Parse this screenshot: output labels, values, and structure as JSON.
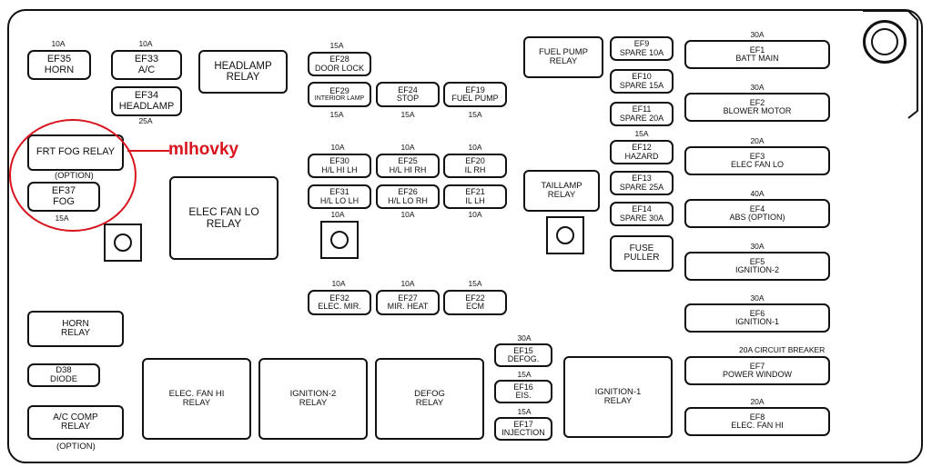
{
  "annotation": {
    "label": "mlhovky",
    "color": "#d9141e"
  },
  "relays": {
    "headlamp": "HEADLAMP RELAY",
    "fuel_pump": "FUEL PUMP RELAY",
    "frt_fog": "FRT FOG RELAY",
    "frt_fog_note": "(OPTION)",
    "elec_fan_lo": "ELEC FAN LO RELAY",
    "taillamp": "TAILLAMP RELAY",
    "horn": "HORN RELAY",
    "d38": "D38 DIODE",
    "ac_comp": "A/C COMP RELAY",
    "ac_comp_note": "(OPTION)",
    "elec_fan_hi": "ELEC. FAN HI RELAY",
    "ignition2": "IGNITION-2 RELAY",
    "defog": "DEFOG RELAY",
    "ignition1": "IGNITION-1 RELAY",
    "fuse_puller": "FUSE PULLER"
  },
  "fuses": {
    "ef35": {
      "id": "EF35",
      "name": "HORN",
      "rating": "10A"
    },
    "ef33": {
      "id": "EF33",
      "name": "A/C",
      "rating": "10A"
    },
    "ef34": {
      "id": "EF34",
      "name": "HEADLAMP",
      "rating": "25A"
    },
    "ef37": {
      "id": "EF37",
      "name": "FOG",
      "rating": "15A"
    },
    "ef28": {
      "id": "EF28",
      "name": "DOOR LOCK",
      "rating": "15A"
    },
    "ef29": {
      "id": "EF29",
      "name": "INTERIOR LAMP",
      "rating": "15A"
    },
    "ef24": {
      "id": "EF24",
      "name": "STOP",
      "rating": "15A"
    },
    "ef19": {
      "id": "EF19",
      "name": "FUEL PUMP",
      "rating": "15A"
    },
    "ef30": {
      "id": "EF30",
      "name": "H/L HI LH",
      "rating": "10A"
    },
    "ef25": {
      "id": "EF25",
      "name": "H/L HI RH",
      "rating": "10A"
    },
    "ef20": {
      "id": "EF20",
      "name": "IL RH",
      "rating": "10A"
    },
    "ef31": {
      "id": "EF31",
      "name": "H/L LO LH",
      "rating": "10A"
    },
    "ef26": {
      "id": "EF26",
      "name": "H/L LO RH",
      "rating": "10A"
    },
    "ef21": {
      "id": "EF21",
      "name": "IL LH",
      "rating": "10A"
    },
    "ef32": {
      "id": "EF32",
      "name": "ELEC. MIR.",
      "rating": "10A"
    },
    "ef27": {
      "id": "EF27",
      "name": "MIR. HEAT",
      "rating": "10A"
    },
    "ef22": {
      "id": "EF22",
      "name": "ECM",
      "rating": "15A"
    },
    "ef15": {
      "id": "EF15",
      "name": "DEFOG.",
      "rating": "30A"
    },
    "ef16": {
      "id": "EF16",
      "name": "EIS.",
      "rating": "15A"
    },
    "ef17": {
      "id": "EF17",
      "name": "INJECTION",
      "rating": "15A"
    },
    "ef9": {
      "id": "EF9",
      "name": "SPARE 10A"
    },
    "ef10": {
      "id": "EF10",
      "name": "SPARE 15A"
    },
    "ef11": {
      "id": "EF11",
      "name": "SPARE 20A"
    },
    "ef12": {
      "id": "EF12",
      "name": "HAZARD",
      "rating": "15A"
    },
    "ef13": {
      "id": "EF13",
      "name": "SPARE 25A"
    },
    "ef14": {
      "id": "EF14",
      "name": "SPARE 30A"
    },
    "ef1": {
      "id": "EF1",
      "name": "BATT MAIN",
      "rating": "30A"
    },
    "ef2": {
      "id": "EF2",
      "name": "BLOWER MOTOR",
      "rating": "30A"
    },
    "ef3": {
      "id": "EF3",
      "name": "ELEC FAN LO",
      "rating": "20A"
    },
    "ef4": {
      "id": "EF4",
      "name": "ABS (OPTION)",
      "rating": "40A"
    },
    "ef5": {
      "id": "EF5",
      "name": "IGNITION-2",
      "rating": "30A"
    },
    "ef6": {
      "id": "EF6",
      "name": "IGNITION-1",
      "rating": "30A"
    },
    "ef7": {
      "id": "EF7",
      "name": "POWER WINDOW",
      "rating": "20A CIRCUIT BREAKER"
    },
    "ef8": {
      "id": "EF8",
      "name": "ELEC. FAN HI",
      "rating": "20A"
    }
  }
}
